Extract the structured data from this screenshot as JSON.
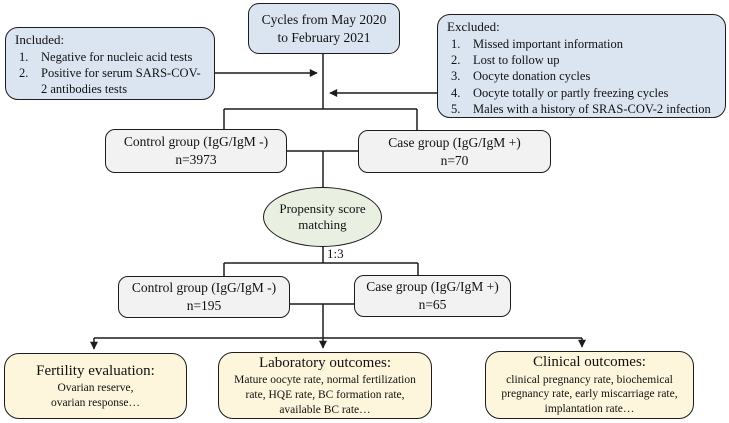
{
  "title_box": {
    "text": "Cycles from May 2020 to February 2021"
  },
  "included": {
    "heading": "Included:",
    "items": [
      {
        "num": "1.",
        "text": "Negative for nucleic acid tests"
      },
      {
        "num": "2.",
        "text": "Positive for serum SARS-COV-2 antibodies tests"
      }
    ]
  },
  "excluded": {
    "heading": "Excluded:",
    "items": [
      {
        "num": "1.",
        "text": "Missed important information"
      },
      {
        "num": "2.",
        "text": "Lost to follow up"
      },
      {
        "num": "3.",
        "text": "Oocyte donation cycles"
      },
      {
        "num": "4.",
        "text": "Oocyte totally or partly freezing cycles"
      },
      {
        "num": "5.",
        "text": "Males with a history of SRAS-COV-2 infection"
      }
    ]
  },
  "groups_initial": {
    "control": {
      "line1": "Control group (IgG/IgM -)",
      "line2": "n=3973"
    },
    "case": {
      "line1": "Case group (IgG/IgM +)",
      "line2": "n=70"
    }
  },
  "matching": {
    "ellipse_text": "Propensity score matching",
    "ratio": "1:3"
  },
  "groups_matched": {
    "control": {
      "line1": "Control group (IgG/IgM -)",
      "line2": "n=195"
    },
    "case": {
      "line1": "Case group (IgG/IgM +)",
      "line2": "n=65"
    }
  },
  "outcomes": {
    "fertility": {
      "title": "Fertility evaluation:",
      "line1": "Ovarian reserve,",
      "line2": "ovarian response…"
    },
    "laboratory": {
      "title": "Laboratory outcomes:",
      "body": "Mature oocyte rate, normal fertilization rate, HQE rate, BC formation rate, available BC rate…"
    },
    "clinical": {
      "title": "Clinical outcomes:",
      "body": "clinical pregnancy rate, biochemical pregnancy rate, early miscarriage rate, implantation rate…"
    }
  },
  "colors": {
    "box_blue": "#dbe5f1",
    "box_gray": "#f2f2f2",
    "ellipse_green": "#e9f0e2",
    "box_cream": "#fdf5dc",
    "line": "#1c1c1c"
  }
}
